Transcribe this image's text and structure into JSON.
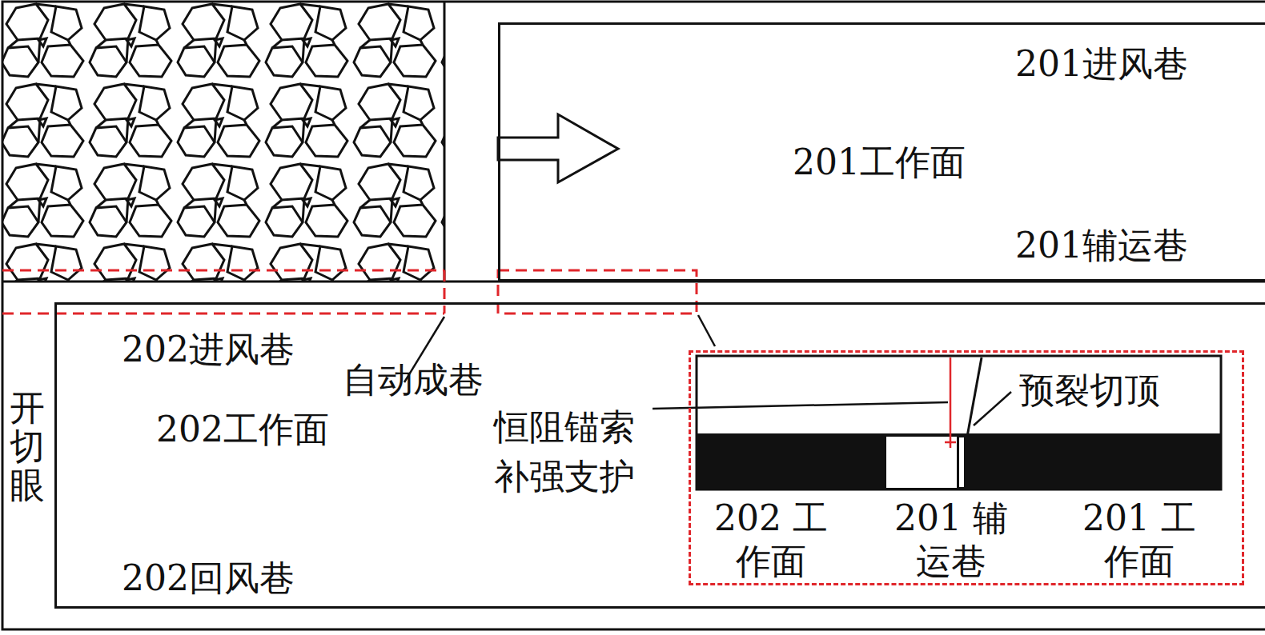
{
  "diagram": {
    "nodes": [
      {
        "text": [
          "201进风巷",
          "201工作面",
          "201辅运巷"
        ]
      },
      {
        "text": [
          "202进风巷",
          "202工作面",
          "202回风巷"
        ]
      },
      {
        "text": [
          "预裂切顶",
          "恒阻锚索 补强支护",
          "202 工作面",
          "201 辅运巷",
          "201 工作面"
        ],
        "in": 1
      }
    ],
    "labels": [
      "自动成巷",
      "开切眼"
    ]
  }
}
